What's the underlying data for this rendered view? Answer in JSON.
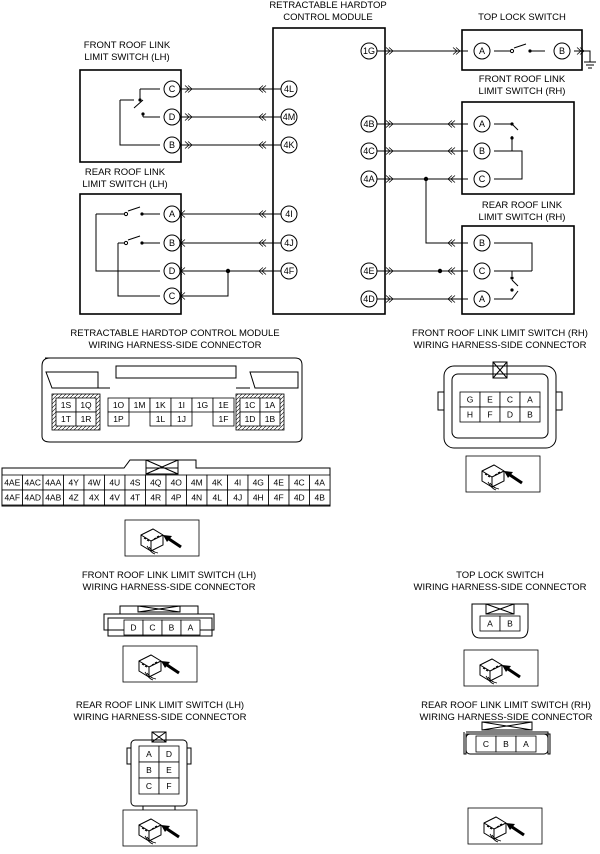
{
  "labels": {
    "module": [
      "RETRACTABLE HARDTOP",
      "CONTROL MODULE"
    ],
    "top_lock": [
      "TOP LOCK SWITCH"
    ],
    "front_lh": [
      "FRONT ROOF LINK",
      "LIMIT SWITCH (LH)"
    ],
    "rear_lh": [
      "REAR ROOF LINK",
      "LIMIT SWITCH (LH)"
    ],
    "front_rh": [
      "FRONT ROOF LINK",
      "LIMIT SWITCH (RH)"
    ],
    "rear_rh": [
      "REAR ROOF LINK",
      "LIMIT SWITCH (RH)"
    ],
    "conn_module": [
      "RETRACTABLE HARDTOP CONTROL MODULE",
      "WIRING HARNESS-SIDE CONNECTOR"
    ],
    "conn_front_rh": [
      "FRONT ROOF LINK LIMIT SWITCH (RH)",
      "WIRING HARNESS-SIDE CONNECTOR"
    ],
    "conn_front_lh": [
      "FRONT ROOF LINK LIMIT SWITCH (LH)",
      "WIRING HARNESS-SIDE CONNECTOR"
    ],
    "conn_top_lock": [
      "TOP LOCK SWITCH",
      "WIRING HARNESS-SIDE CONNECTOR"
    ],
    "conn_rear_lh": [
      "REAR ROOF LINK LIMIT SWITCH (LH)",
      "WIRING HARNESS-SIDE CONNECTOR"
    ],
    "conn_rear_rh": [
      "REAR ROOF LINK LIMIT SWITCH (RH)",
      "WIRING HARNESS-SIDE CONNECTOR"
    ]
  },
  "pins": {
    "module_left": [
      "4L",
      "4M",
      "4K",
      "4I",
      "4J",
      "4F"
    ],
    "module_right": [
      "1G",
      "4B",
      "4C",
      "4A",
      "4E",
      "4D"
    ],
    "top_lock": [
      "A",
      "B"
    ],
    "front_lh": [
      "C",
      "D",
      "B"
    ],
    "rear_lh": [
      "A",
      "B",
      "D",
      "C"
    ],
    "front_rh": [
      "A",
      "B",
      "C"
    ],
    "rear_rh": [
      "B",
      "C",
      "A"
    ]
  },
  "connectors": {
    "module_upper_left": [
      [
        "1S",
        "1Q"
      ],
      [
        "1T",
        "1R"
      ]
    ],
    "module_upper_mid_top": [
      "1O",
      "1M",
      "1K",
      "1I",
      "1G",
      "1E"
    ],
    "module_upper_mid_bottom": [
      "1P",
      "",
      "1L",
      "1J",
      "",
      "1F"
    ],
    "module_upper_right": [
      [
        "1C",
        "1A"
      ],
      [
        "1D",
        "1B"
      ]
    ],
    "module_lower_top": [
      "4AE",
      "4AC",
      "4AA",
      "4Y",
      "4W",
      "4U",
      "4S",
      "4Q",
      "4O",
      "4M",
      "4K",
      "4I",
      "4G",
      "4E",
      "4C",
      "4A"
    ],
    "module_lower_bottom": [
      "4AF",
      "4AD",
      "4AB",
      "4Z",
      "4X",
      "4V",
      "4T",
      "4R",
      "4P",
      "4N",
      "4L",
      "4J",
      "4H",
      "4F",
      "4D",
      "4B"
    ],
    "front_rh": [
      [
        "G",
        "E",
        "C",
        "A"
      ],
      [
        "H",
        "F",
        "D",
        "B"
      ]
    ],
    "front_lh": [
      "D",
      "C",
      "B",
      "A"
    ],
    "top_lock": [
      "A",
      "B"
    ],
    "rear_lh": [
      [
        "A",
        "D"
      ],
      [
        "B",
        "E"
      ],
      [
        "C",
        "F"
      ]
    ],
    "rear_rh": [
      "C",
      "B",
      "A"
    ]
  }
}
